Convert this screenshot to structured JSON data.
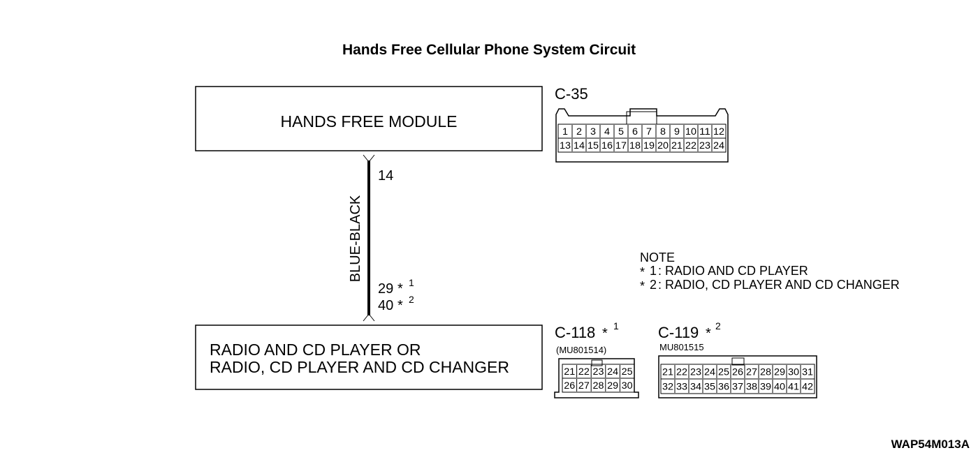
{
  "title": "Hands Free Cellular Phone System Circuit",
  "module_box": {
    "label": "HANDS FREE MODULE"
  },
  "radio_box": {
    "line1": "RADIO AND CD PLAYER OR",
    "line2": "RADIO, CD PLAYER AND CD CHANGER"
  },
  "wire": {
    "color_label": "BLUE-BLACK",
    "top_pin": "14",
    "bottom_pin_1": "29",
    "bottom_pin_2": "40",
    "star": "*",
    "mark_1": "1",
    "mark_2": "2"
  },
  "connectors": {
    "c35": {
      "name": "C-35",
      "row1": [
        "1",
        "2",
        "3",
        "4",
        "5",
        "6",
        "7",
        "8",
        "9",
        "10",
        "11",
        "12"
      ],
      "row2": [
        "13",
        "14",
        "15",
        "16",
        "17",
        "18",
        "19",
        "20",
        "21",
        "22",
        "23",
        "24"
      ]
    },
    "c118": {
      "name": "C-118",
      "star": "*",
      "mark": "1",
      "part_number": "(MU801514)",
      "row1": [
        "21",
        "22",
        "23",
        "24",
        "25"
      ],
      "row2": [
        "26",
        "27",
        "28",
        "29",
        "30"
      ]
    },
    "c119": {
      "name": "C-119",
      "star": "*",
      "mark": "2",
      "part_number": "MU801515",
      "row1": [
        "21",
        "22",
        "23",
        "24",
        "25",
        "26",
        "27",
        "28",
        "29",
        "30",
        "31"
      ],
      "row2": [
        "32",
        "33",
        "34",
        "35",
        "36",
        "37",
        "38",
        "39",
        "40",
        "41",
        "42"
      ]
    }
  },
  "note": {
    "heading": "NOTE",
    "star": "*",
    "item1_mark": "1",
    "item1_text": ": RADIO AND CD PLAYER",
    "item2_mark": "2",
    "item2_text": ": RADIO, CD PLAYER AND CD CHANGER"
  },
  "figure_code": "WAP54M013A"
}
